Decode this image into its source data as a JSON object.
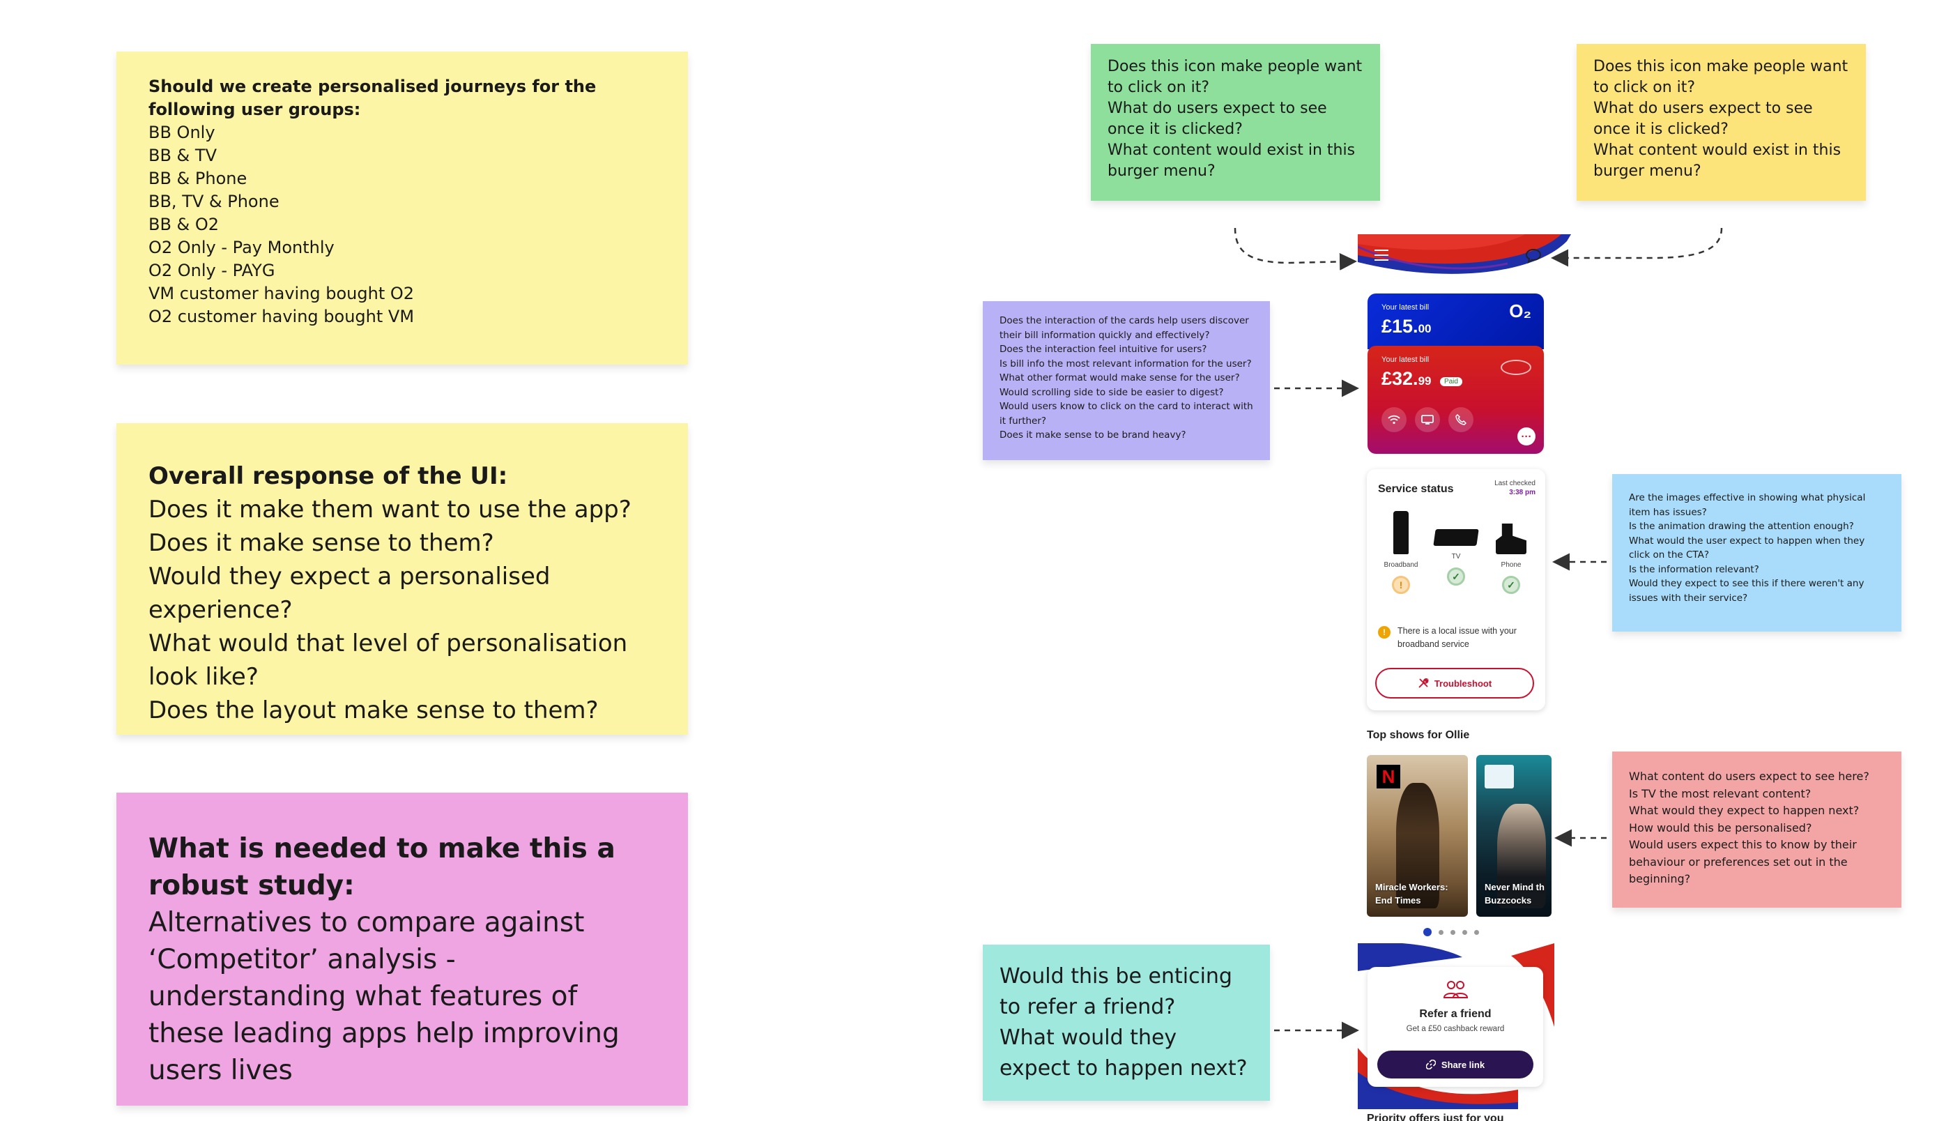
{
  "note_groups": {
    "title": "Should we create personalised journeys for the following user groups:",
    "items": [
      "BB Only",
      "BB & TV",
      "BB & Phone",
      "BB, TV & Phone",
      "BB & O2",
      "O2 Only - Pay Monthly",
      "O2 Only - PAYG",
      "VM customer having bought O2",
      "O2 customer having bought VM"
    ]
  },
  "note_overall": {
    "title": "Overall response of the UI:",
    "items": [
      "Does it make them want to use the app?",
      "Does it make sense to them?",
      "Would they expect a personalised experience?",
      "What would that level of personalisation look like?",
      "Does the layout make sense to them?"
    ]
  },
  "note_robust": {
    "title": "What is needed to make this a robust study:",
    "items": [
      "Alternatives to compare against",
      "‘Competitor’ analysis - understanding what features of these leading apps help improving users lives"
    ]
  },
  "note_burger_green": {
    "items": [
      "Does this icon make people want to click on it?",
      "What do users expect to see once it is clicked?",
      "What content would exist in this burger menu?"
    ]
  },
  "note_burger_yellow": {
    "items": [
      "Does this icon make people want to click on it?",
      "What do users expect to see once it is clicked?",
      "What content would exist in this burger menu?"
    ]
  },
  "note_cards": {
    "items": [
      "Does the interaction of the cards help users discover their bill information quickly and effectively?",
      "Does the interaction feel intuitive for users?",
      "Is bill info the most relevant information for the user?",
      "What other format would make sense for the user?",
      "Would scrolling side to side be easier to digest?",
      "Would users know to click on the card to interact with it further?",
      "Does it make sense to be brand heavy?"
    ]
  },
  "note_images": {
    "items": [
      "Are the images effective in showing what physical item has issues?",
      "Is the animation drawing the attention enough?",
      "What would the user expect to happen when they click on the CTA?",
      "Is the information relevant?",
      "Would they expect to see this if there weren't any issues with their service?"
    ]
  },
  "note_tv": {
    "items": [
      "What content do users expect to see here?",
      "Is TV the most relevant content?",
      "What would they expect to happen next?",
      "How would this be personalised?",
      "Would users expect this to know by their behaviour or preferences set out in the beginning?"
    ]
  },
  "note_refer": {
    "items": [
      "Would this be enticing to refer a friend?",
      "What would they expect to happen next?"
    ]
  },
  "app": {
    "bill_o2": {
      "label": "Your latest bill",
      "amount_main": "£15.",
      "amount_pence": "00",
      "logo": "O₂"
    },
    "bill_vm": {
      "label": "Your latest bill",
      "amount_main": "£32.",
      "amount_pence": "99",
      "badge": "Paid"
    },
    "service_status": {
      "title": "Service status",
      "last_checked_label": "Last checked",
      "last_checked_time": "3:38 pm",
      "devices": [
        {
          "label": "Broadband",
          "status": "warning"
        },
        {
          "label": "TV",
          "status": "ok"
        },
        {
          "label": "Phone",
          "status": "ok"
        }
      ],
      "issue_text": "There is a local issue with your broadband service",
      "button_label": "Troubleshoot"
    },
    "top_shows": {
      "title": "Top shows for Ollie",
      "shows": [
        {
          "title_line1": "Miracle Workers:",
          "title_line2": "End Times"
        },
        {
          "title_line1": "Never Mind th",
          "title_line2": "Buzzcocks"
        }
      ],
      "dots": 5,
      "active_dot": 0
    },
    "refer": {
      "title": "Refer a friend",
      "subtitle": "Get a £50 cashback reward",
      "button_label": "Share link"
    },
    "priority_title": "Priority offers just for you"
  },
  "colors": {
    "yellow_note": "#fdf5a6",
    "pink_note": "#efa5e2",
    "green_note": "#8edf9b",
    "amber_note": "#fde47a",
    "purple_note": "#b9b1f5",
    "blue_note": "#a9dcfa",
    "red_note": "#f3a5a5",
    "teal_note": "#9fe8de",
    "brand_red": "#c8102e",
    "brand_blue": "#0a2bd9"
  }
}
